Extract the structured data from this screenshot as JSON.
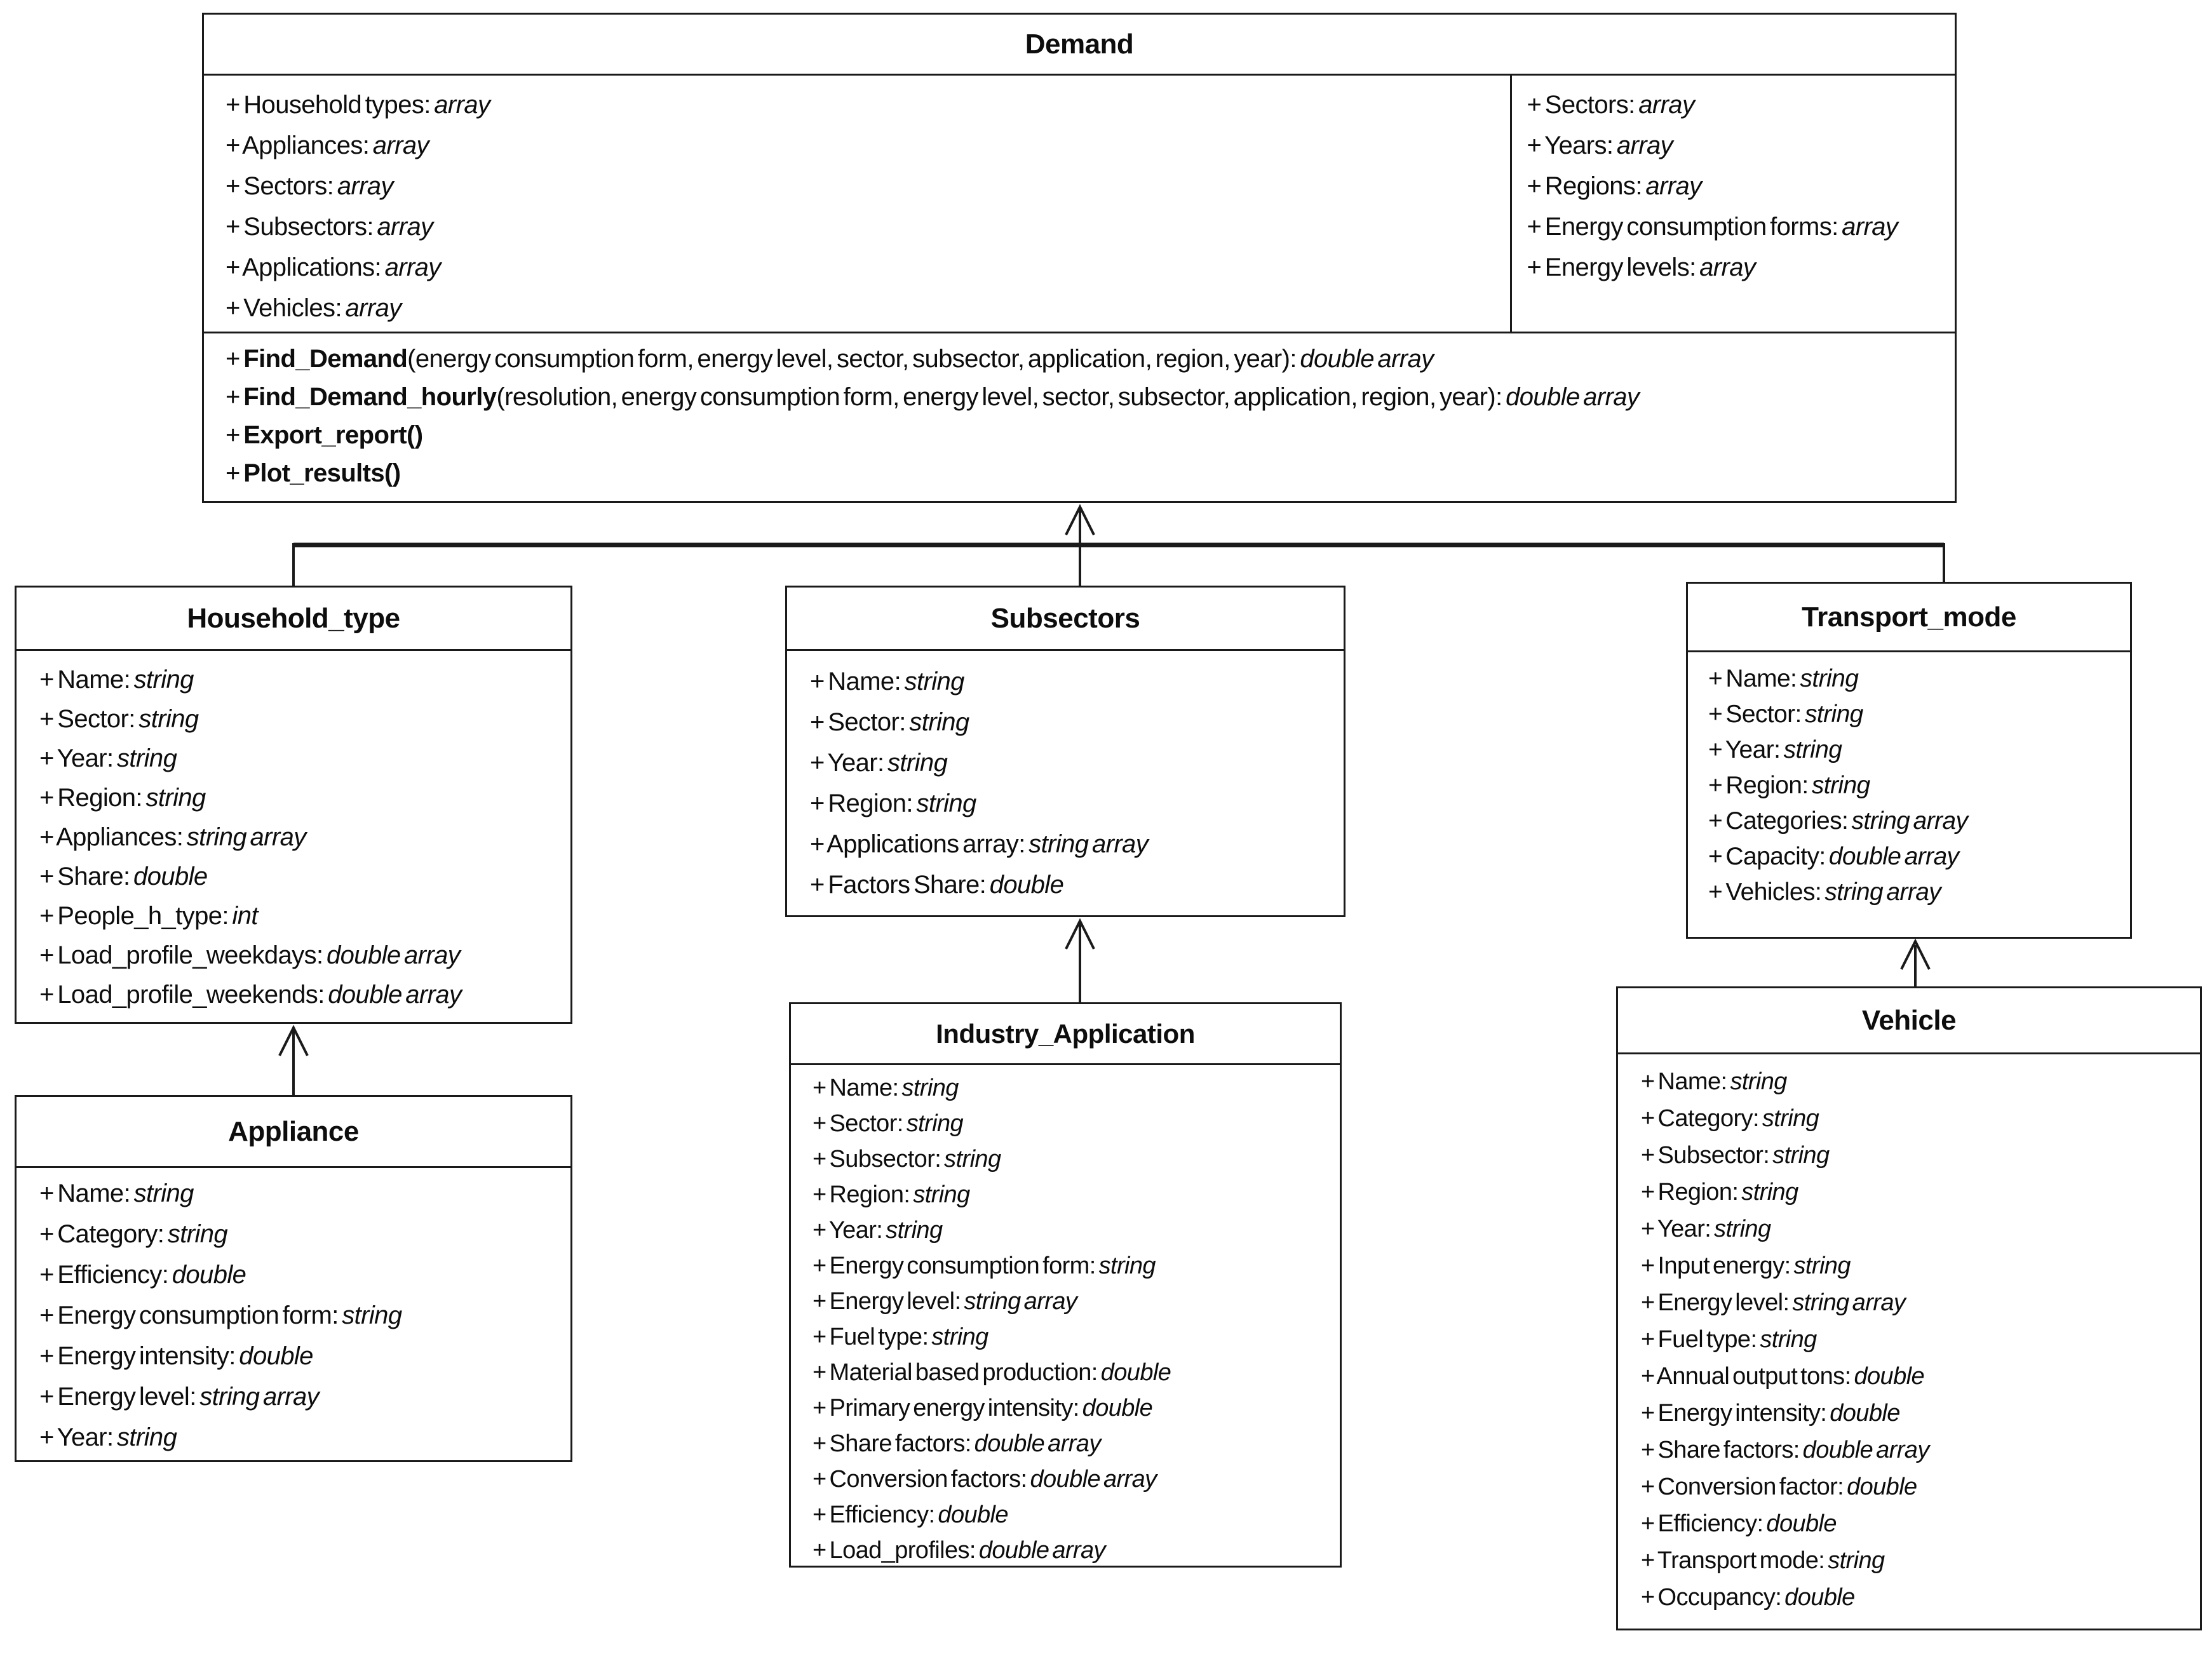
{
  "colors": {
    "ink": "#1a1a1a",
    "background": "#ffffff"
  },
  "classes": {
    "demand": {
      "title": "Demand",
      "attributes_left": [
        {
          "label": "+ Household types:",
          "type": "array"
        },
        {
          "label": "+ Appliances:",
          "type": "array"
        },
        {
          "label": "+ Sectors:",
          "type": "array"
        },
        {
          "label": "+ Subsectors:",
          "type": "array"
        },
        {
          "label": "+ Applications:",
          "type": "array"
        },
        {
          "label": "+ Vehicles:",
          "type": "array"
        }
      ],
      "attributes_right": [
        {
          "label": "+ Sectors:",
          "type": "array"
        },
        {
          "label": "+ Years:",
          "type": "array"
        },
        {
          "label": "+ Regions:",
          "type": "array"
        },
        {
          "label": "+ Energy consumption forms:",
          "type": "array"
        },
        {
          "label": "+ Energy levels:",
          "type": "array"
        }
      ],
      "methods": [
        {
          "prefix": "+ ",
          "name": "Find_Demand",
          "params": "(energy consumption form, energy level, sector, subsector, application, region, year): ",
          "returns": "double array"
        },
        {
          "prefix": "+ ",
          "name": "Find_Demand_hourly",
          "params": "(resolution, energy consumption form, energy level, sector, subsector, application, region, year): ",
          "returns": "double array"
        },
        {
          "prefix": "+ ",
          "name": "Export_report()",
          "params": "",
          "returns": ""
        },
        {
          "prefix": "+ ",
          "name": "Plot_results()",
          "params": "",
          "returns": ""
        }
      ]
    },
    "household_type": {
      "title": "Household_type",
      "attributes": [
        {
          "label": "+ Name:",
          "type": "string"
        },
        {
          "label": "+ Sector:",
          "type": "string"
        },
        {
          "label": "+ Year:",
          "type": "string"
        },
        {
          "label": "+ Region:",
          "type": "string"
        },
        {
          "label": "+ Appliances:",
          "type": "string array"
        },
        {
          "label": "+ Share:",
          "type": "double"
        },
        {
          "label": "+ People_h_type:",
          "type": "int"
        },
        {
          "label": "+ Load_profile_weekdays:",
          "type": "double array"
        },
        {
          "label": "+ Load_profile_weekends:",
          "type": "double array"
        }
      ]
    },
    "appliance": {
      "title": "Appliance",
      "attributes": [
        {
          "label": "+ Name:",
          "type": "string"
        },
        {
          "label": "+ Category:",
          "type": "string"
        },
        {
          "label": "+ Efficiency:",
          "type": "double"
        },
        {
          "label": "+ Energy consumption form:",
          "type": "string"
        },
        {
          "label": "+ Energy intensity:",
          "type": "double"
        },
        {
          "label": "+ Energy level:",
          "type": "string array"
        },
        {
          "label": "+ Year:",
          "type": "string"
        }
      ]
    },
    "subsectors": {
      "title": "Subsectors",
      "attributes": [
        {
          "label": "+ Name:",
          "type": "string"
        },
        {
          "label": "+ Sector:",
          "type": "string"
        },
        {
          "label": "+ Year:",
          "type": "string"
        },
        {
          "label": "+ Region:",
          "type": "string"
        },
        {
          "label": "+ Applications array:",
          "type": "string array"
        },
        {
          "label": "+ Factors Share:",
          "type": "double"
        }
      ]
    },
    "industry_application": {
      "title": "Industry_Application",
      "attributes": [
        {
          "label": "+ Name:",
          "type": "string"
        },
        {
          "label": "+ Sector:",
          "type": "string"
        },
        {
          "label": "+ Subsector:",
          "type": "string"
        },
        {
          "label": "+ Region:",
          "type": "string"
        },
        {
          "label": "+ Year:",
          "type": "string"
        },
        {
          "label": "+ Energy consumption form:",
          "type": "string"
        },
        {
          "label": "+ Energy level:",
          "type": "string array"
        },
        {
          "label": "+ Fuel type:",
          "type": "string"
        },
        {
          "label": "+ Material based production:",
          "type": "double"
        },
        {
          "label": "+ Primary energy intensity:",
          "type": "double"
        },
        {
          "label": "+ Share factors:",
          "type": "double array"
        },
        {
          "label": "+ Conversion factors:",
          "type": "double array"
        },
        {
          "label": "+ Efficiency:",
          "type": "double"
        },
        {
          "label": "+ Load_profiles:",
          "type": "double array"
        }
      ]
    },
    "transport_mode": {
      "title": "Transport_mode",
      "attributes": [
        {
          "label": "+ Name:",
          "type": "string"
        },
        {
          "label": "+ Sector:",
          "type": "string"
        },
        {
          "label": "+ Year:",
          "type": "string"
        },
        {
          "label": "+ Region:",
          "type": "string"
        },
        {
          "label": "+ Categories:",
          "type": "string array"
        },
        {
          "label": "+ Capacity:",
          "type": "double array"
        },
        {
          "label": "+ Vehicles:",
          "type": "string array"
        }
      ]
    },
    "vehicle": {
      "title": "Vehicle",
      "attributes": [
        {
          "label": "+ Name:",
          "type": "string"
        },
        {
          "label": "+ Category:",
          "type": "string"
        },
        {
          "label": "+ Subsector:",
          "type": "string"
        },
        {
          "label": "+ Region:",
          "type": "string"
        },
        {
          "label": "+ Year:",
          "type": "string"
        },
        {
          "label": "+ Input energy:",
          "type": "string"
        },
        {
          "label": "+ Energy level:",
          "type": "string array"
        },
        {
          "label": "+ Fuel type:",
          "type": "string"
        },
        {
          "label": "+ Annual output tons:",
          "type": "double"
        },
        {
          "label": "+ Energy intensity:",
          "type": "double"
        },
        {
          "label": "+ Share factors:",
          "type": "double array"
        },
        {
          "label": "+ Conversion factor:",
          "type": "double"
        },
        {
          "label": "+ Efficiency:",
          "type": "double"
        },
        {
          "label": "+ Transport mode:",
          "type": "string"
        },
        {
          "label": "+ Occupancy:",
          "type": "double"
        }
      ]
    }
  },
  "relations": [
    {
      "from": "Household_type",
      "to": "Demand",
      "style": "open-arrow"
    },
    {
      "from": "Subsectors",
      "to": "Demand",
      "style": "open-arrow"
    },
    {
      "from": "Transport_mode",
      "to": "Demand",
      "style": "open-arrow"
    },
    {
      "from": "Appliance",
      "to": "Household_type",
      "style": "open-arrow"
    },
    {
      "from": "Industry_Application",
      "to": "Subsectors",
      "style": "open-arrow"
    },
    {
      "from": "Vehicle",
      "to": "Transport_mode",
      "style": "open-arrow"
    }
  ]
}
